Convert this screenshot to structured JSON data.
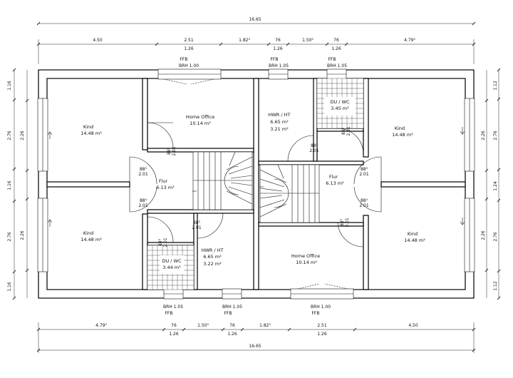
{
  "dims": {
    "top_total": "16.65",
    "top_segments": [
      "4.50",
      "2.51",
      "1.82⁵",
      "76",
      "1.50⁵",
      "76",
      "4.79⁵"
    ],
    "top_sub": [
      "1.26",
      "1.26",
      "1.26"
    ],
    "bottom_total": "16.65",
    "bottom_segments": [
      "4.79⁵",
      "76",
      "1.50⁵",
      "76",
      "1.82⁵",
      "2.51",
      "4.50"
    ],
    "bottom_sub": [
      "1.26",
      "1.26",
      "1.26"
    ],
    "left_outer": [
      "1.16",
      "2.76",
      "1.16",
      "2.76",
      "1.16"
    ],
    "left_inner": [
      "2.26",
      "2.26"
    ],
    "right_outer": [
      "1.12",
      "2.76",
      "1.24",
      "2.76",
      "1.12"
    ],
    "right_inner": [
      "2.26",
      "2.26"
    ]
  },
  "windows": {
    "ffb": "FFB",
    "brh_100": "BRH 1.00",
    "brh_105": "BRH 1.05"
  },
  "rooms": {
    "kind_tl": {
      "name": "Kind",
      "area": "14.48 m²"
    },
    "kind_bl": {
      "name": "Kind",
      "area": "14.48 m²"
    },
    "kind_tr": {
      "name": "Kind",
      "area": "14.48 m²"
    },
    "kind_br": {
      "name": "Kind",
      "area": "14.48 m²"
    },
    "home_office_l": {
      "name": "Home Office",
      "area": "10.14 m²"
    },
    "home_office_r": {
      "name": "Home Office",
      "area": "10.14 m²"
    },
    "flur_l": {
      "name": "Flur",
      "area": "6.13 m²"
    },
    "flur_r": {
      "name": "Flur",
      "area": "6.13 m²"
    },
    "hwr_l": {
      "name": "HWR / HT",
      "area1": "6.65 m²",
      "area2": "3.22 m²"
    },
    "hwr_r": {
      "name": "HWR / HT",
      "area1": "6.65 m²",
      "area2": "3.21 m²"
    },
    "du_wc_l": {
      "name": "DU / WC",
      "area": "3.44 m²"
    },
    "du_wc_r": {
      "name": "DU / WC",
      "area": "3.45 m²"
    }
  },
  "doors": {
    "w": "88⁵",
    "h": "2.01"
  }
}
